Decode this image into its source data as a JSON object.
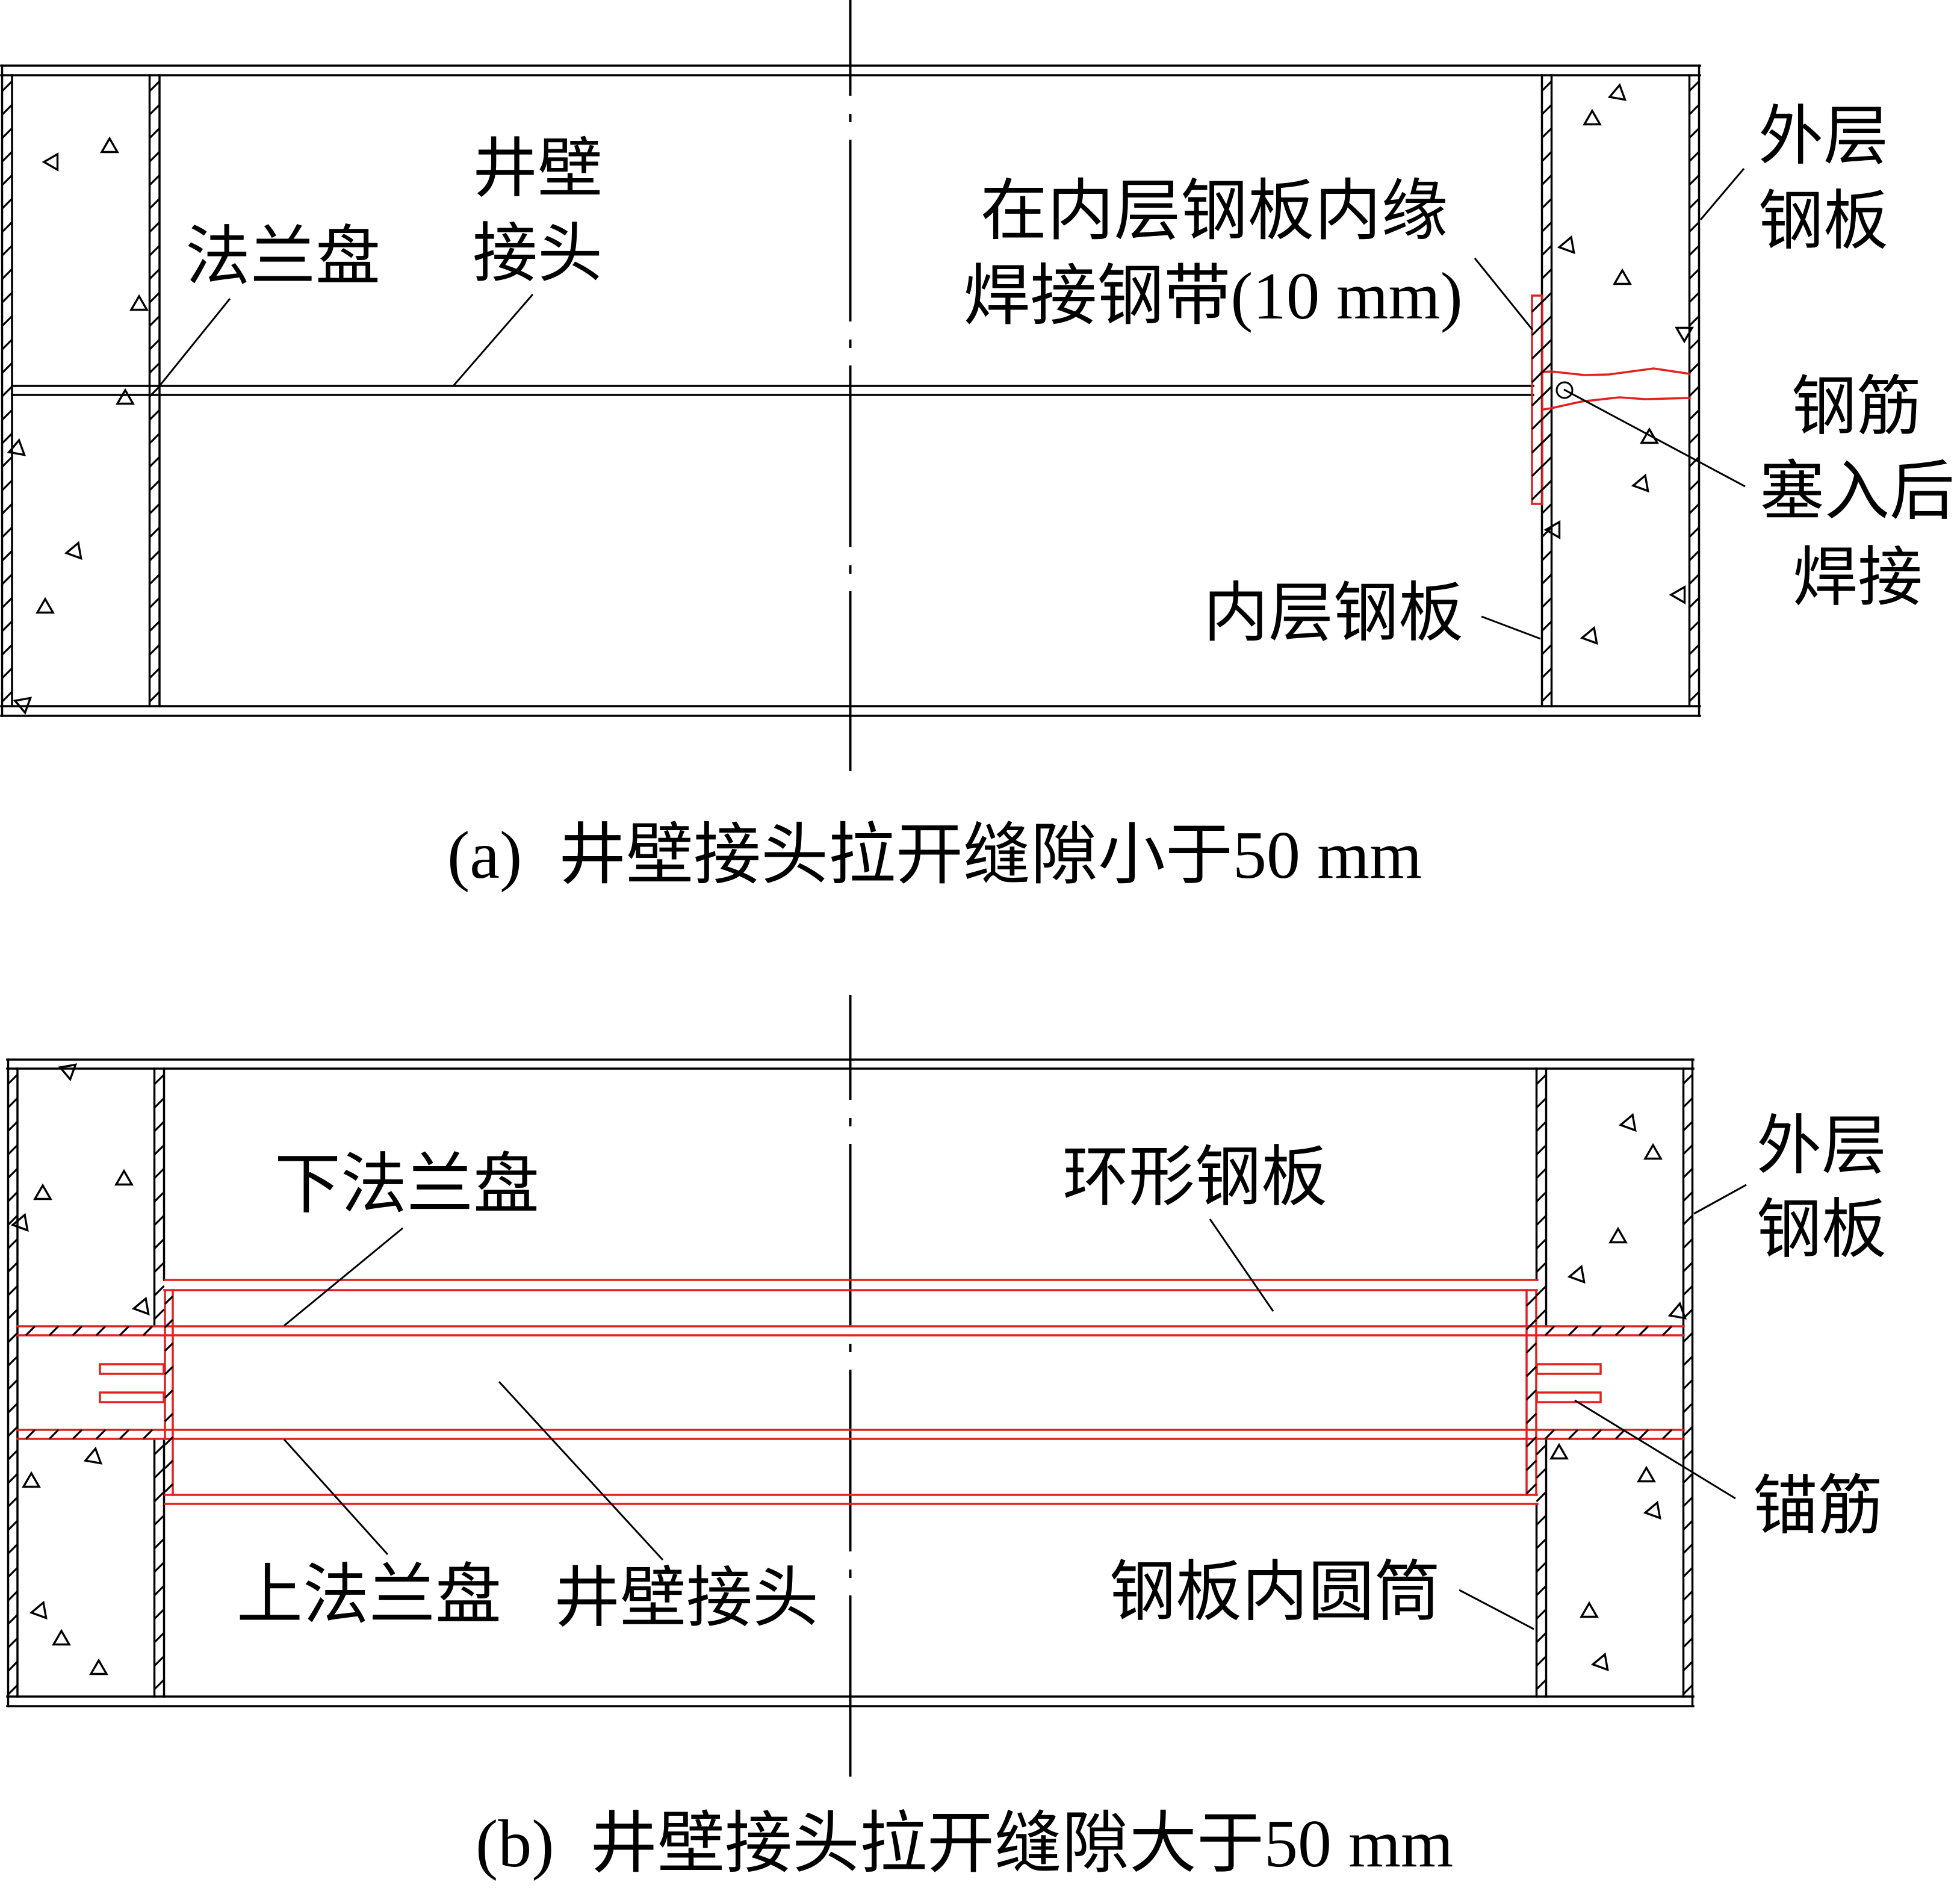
{
  "figure": {
    "panel_a": {
      "caption": {
        "tag": "(a)",
        "text": "井壁接头拉开缝隙小于50 mm"
      },
      "labels": {
        "shaft_wall_joint": [
          "井壁",
          "接头"
        ],
        "flange": "法兰盘",
        "weld_strip": [
          "在内层钢板内缘",
          "焊接钢带(10 mm)"
        ],
        "outer_steel_plate": [
          "外层",
          "钢板"
        ],
        "rebar_weld": [
          "钢筋",
          "塞入后",
          "焊接"
        ],
        "inner_steel_plate": "内层钢板"
      }
    },
    "panel_b": {
      "caption": {
        "tag": "(b)",
        "text": "井壁接头拉开缝隙大于50 mm"
      },
      "labels": {
        "lower_flange": "下法兰盘",
        "ring_steel_plate": "环形钢板",
        "outer_steel_plate": [
          "外层",
          "钢板"
        ],
        "anchor_bar": "锚筋",
        "upper_flange": "上法兰盘",
        "shaft_wall_joint": "井壁接头",
        "inner_steel_cylinder": "钢板内圆筒"
      }
    }
  },
  "colors": {
    "structure": "#000000",
    "retrofit": "#e3211f"
  }
}
